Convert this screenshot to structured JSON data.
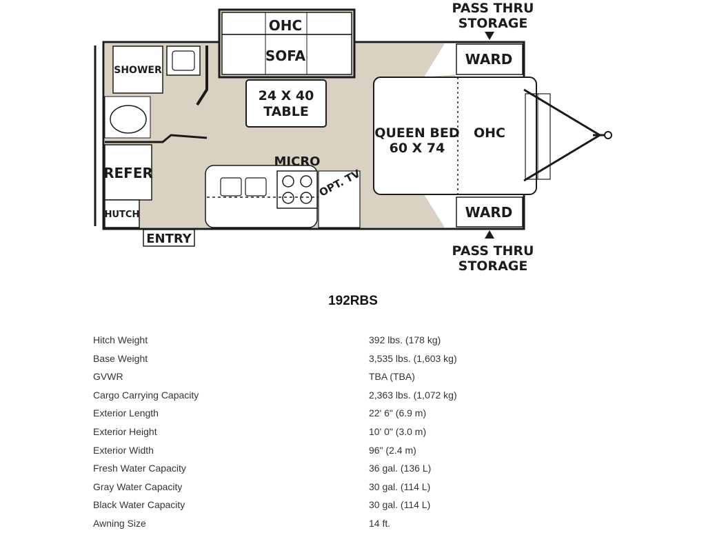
{
  "floorplan": {
    "labels": {
      "ohc_top": "OHC",
      "sofa": "SOFA",
      "table_line1": "24 X 40",
      "table_line2": "TABLE",
      "shower": "SHOWER",
      "refer": "REFER",
      "hutch": "HUTCH",
      "entry": "ENTRY",
      "micro": "MICRO",
      "opt_tv": "OPT. TV",
      "bed_line1": "QUEEN BED",
      "bed_line2": "60 X 74",
      "ohc_bed": "OHC",
      "ward_top": "WARD",
      "ward_bottom": "WARD",
      "pass_top_line1": "PASS THRU",
      "pass_top_line2": "STORAGE",
      "pass_bottom_line1": "PASS THRU",
      "pass_bottom_line2": "STORAGE"
    },
    "colors": {
      "floor": "#d9d1c1",
      "wall": "#1a1a1a",
      "fixture_fill": "#ffffff"
    }
  },
  "model_name": "192RBS",
  "specs": [
    {
      "label": "Hitch Weight",
      "value": "392 lbs. (178 kg)"
    },
    {
      "label": "Base Weight",
      "value": "3,535 lbs. (1,603 kg)"
    },
    {
      "label": "GVWR",
      "value": "TBA (TBA)"
    },
    {
      "label": "Cargo Carrying Capacity",
      "value": "2,363 lbs. (1,072 kg)"
    },
    {
      "label": "Exterior Length",
      "value": "22' 6\" (6.9 m)"
    },
    {
      "label": "Exterior Height",
      "value": "10' 0\" (3.0 m)"
    },
    {
      "label": "Exterior Width",
      "value": "96\" (2.4 m)"
    },
    {
      "label": "Fresh Water Capacity",
      "value": "36 gal. (136 L)"
    },
    {
      "label": "Gray Water Capacity",
      "value": "30 gal. (114 L)"
    },
    {
      "label": "Black Water Capacity",
      "value": "30 gal. (114 L)"
    },
    {
      "label": "Awning Size",
      "value": "14 ft."
    }
  ]
}
